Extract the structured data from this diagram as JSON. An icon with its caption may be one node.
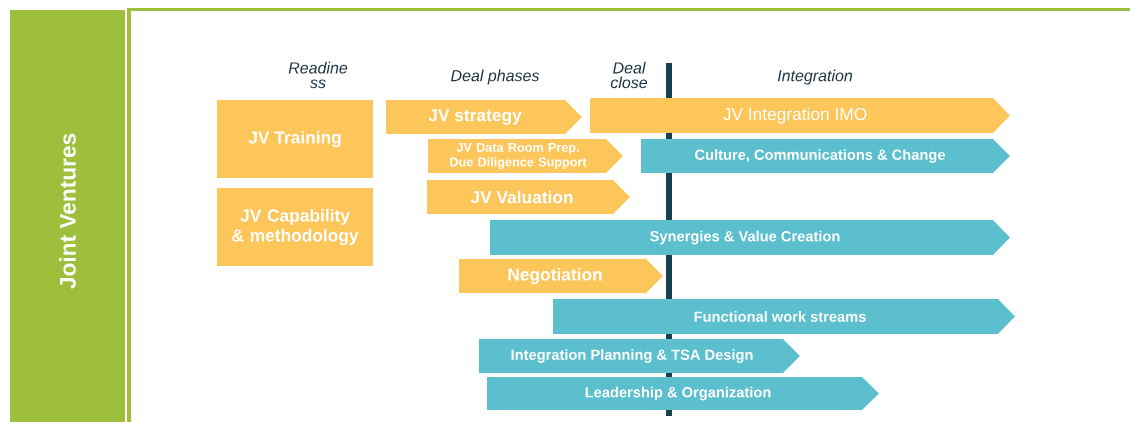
{
  "diagram": {
    "nodes": [
      {
        "text": [
          "Joint Ventures"
        ]
      },
      {
        "text": [
          "JV Training"
        ]
      },
      {
        "text": [
          "JV Capability & methodology"
        ]
      },
      {
        "text": [
          "JV strategy"
        ]
      },
      {
        "text": [
          "JV Integration IMO"
        ]
      },
      {
        "text": [
          "JV Data Room Prep. Due Diligence Support"
        ]
      },
      {
        "text": [
          "Culture, Communications & Change"
        ]
      },
      {
        "text": [
          "JV  Valuation"
        ]
      },
      {
        "text": [
          "Synergies & Value Creation"
        ]
      },
      {
        "text": [
          "Negotiation"
        ]
      },
      {
        "text": [
          "Functional work streams"
        ]
      },
      {
        "text": [
          "Integration Planning & TSA Design"
        ]
      },
      {
        "text": [
          "Leadership & Organization"
        ]
      }
    ],
    "labels": [
      "Readine ss",
      "Deal phases",
      "Deal close",
      "Integration"
    ]
  }
}
